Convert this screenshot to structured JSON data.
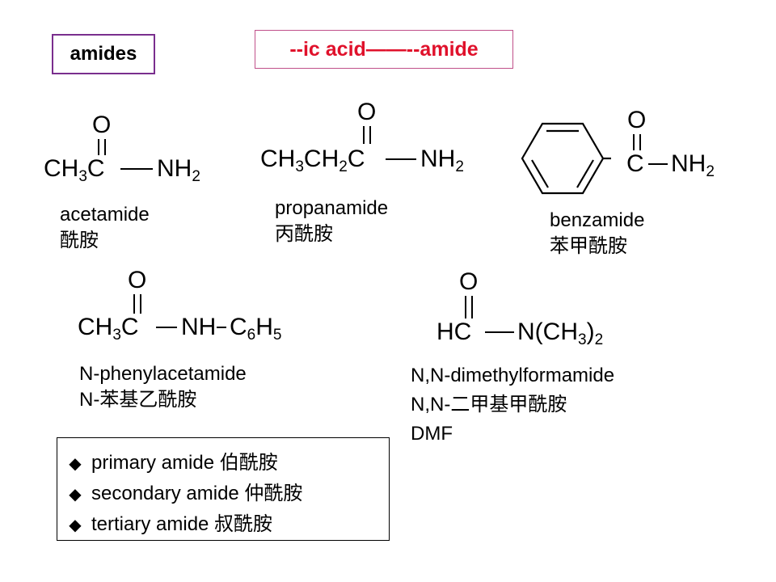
{
  "header": {
    "title": "amides",
    "rule": "--ic acid——--amide"
  },
  "compounds": {
    "acetamide": {
      "formula_parts": [
        "CH",
        "3",
        "C",
        "NH",
        "2"
      ],
      "oxygen": "O",
      "name_en": "acetamide",
      "name_zh": "酰胺"
    },
    "propanamide": {
      "formula_parts": [
        "CH",
        "3",
        "CH",
        "2",
        "C",
        "NH",
        "2"
      ],
      "oxygen": "O",
      "name_en": "propanamide",
      "name_zh": "丙酰胺"
    },
    "benzamide": {
      "formula_parts": [
        "C",
        "NH",
        "2"
      ],
      "oxygen": "O",
      "name_en": "benzamide",
      "name_zh": "苯甲酰胺"
    },
    "phenylacetamide": {
      "formula_parts": [
        "CH",
        "3",
        "C",
        "NH",
        "C",
        "6",
        "H",
        "5"
      ],
      "oxygen": "O",
      "name_en": "N-phenylacetamide",
      "name_zh": "N-苯基乙酰胺"
    },
    "dmf": {
      "formula_parts": [
        "HC",
        "N(CH",
        "3",
        ")",
        "2"
      ],
      "oxygen": "O",
      "name_en": "N,N-dimethylformamide",
      "name_zh": "N,N-二甲基甲酰胺",
      "abbr": "DMF"
    }
  },
  "classification": {
    "bullet_icon": "diamond-bullet-icon",
    "items": [
      "primary amide 伯酰胺",
      "secondary amide 仲酰胺",
      "tertiary amide 叔酰胺"
    ]
  },
  "colors": {
    "title_border": "#7a2e8e",
    "rule_text": "#e0112b",
    "rule_border": "#c0508a"
  }
}
